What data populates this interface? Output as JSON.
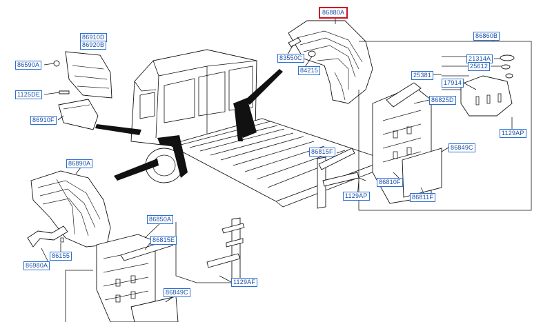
{
  "highlight_color": "#d10f1b",
  "label_color": "#2c6fd1",
  "labels": {
    "p86880A": "86880A",
    "p86860B": "86860B",
    "p83550C": "83550C",
    "p84215": "84215",
    "p21314A": "21314A",
    "p25612": "25612",
    "p25381": "25381",
    "p17914": "17914",
    "p86825D": "86825D",
    "p1129AP_a": "1129AP",
    "p86849C_a": "86849C",
    "p86815F": "86815F",
    "p86810F": "86810F",
    "p86811F": "86811F",
    "p1129AP_b": "1129AP",
    "p86910D": "86910D",
    "p86920B": "86920B",
    "p86590A": "86590A",
    "p1125DE": "1125DE",
    "p86910F": "86910F",
    "p86890A": "86890A",
    "p86155": "86155",
    "p86980A": "86980A",
    "p86850A": "86850A",
    "p86815E": "86815E",
    "p1129AF": "1129AF",
    "p86849C_b": "86849C"
  }
}
